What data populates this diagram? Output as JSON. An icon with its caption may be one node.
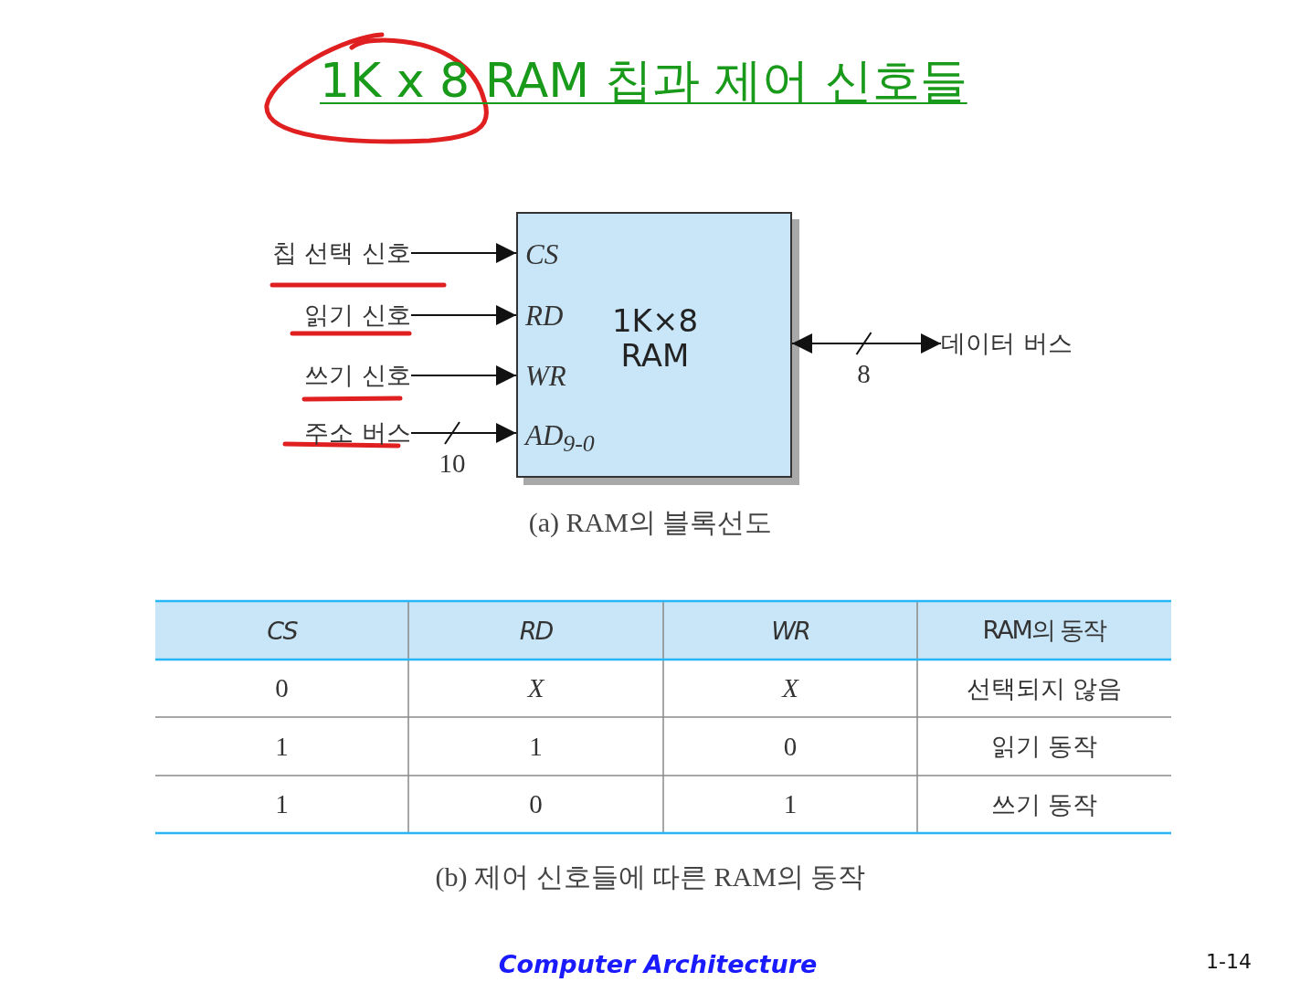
{
  "diagram": {
    "title": "1K x 8 RAM 칩과 제어 신호들",
    "nodes": [
      {
        "text": [
          "*CS*",
          "*RD*",
          "*WR*",
          "*AD*$_{9-0}$",
          "1K×8 RAM"
        ]
      },
      {
        "text": [
          "칩 선택 신호"
        ]
      },
      {
        "text": [
          "읽기 신호"
        ]
      },
      {
        "text": [
          "쓰기 신호"
        ]
      },
      {
        "text": [
          "주소 버스"
        ]
      },
      {
        "text": [
          "데이터 버스"
        ]
      }
    ],
    "edges": [
      {
        "from": 1,
        "to": 0,
        "arrow": "to"
      },
      {
        "from": 2,
        "to": 0,
        "arrow": "to"
      },
      {
        "from": 3,
        "to": 0,
        "arrow": "to"
      },
      {
        "from": 4,
        "to": 0,
        "arrow": "to",
        "label": "10"
      },
      {
        "from": 0,
        "to": 5,
        "arrow": "both",
        "label": "8"
      }
    ],
    "labels": [
      "(a) RAM의 블록선도",
      "CS",
      "RD",
      "WR",
      "RAM의 동작",
      "0",
      "X",
      "X",
      "선택되지 않음",
      "1",
      "1",
      "0",
      "읽기 동작",
      "1",
      "0",
      "1",
      "쓰기 동작",
      "(b) 제어 신호들에 따른 RAM의 동작",
      "Computer Architecture",
      "1-14"
    ]
  }
}
